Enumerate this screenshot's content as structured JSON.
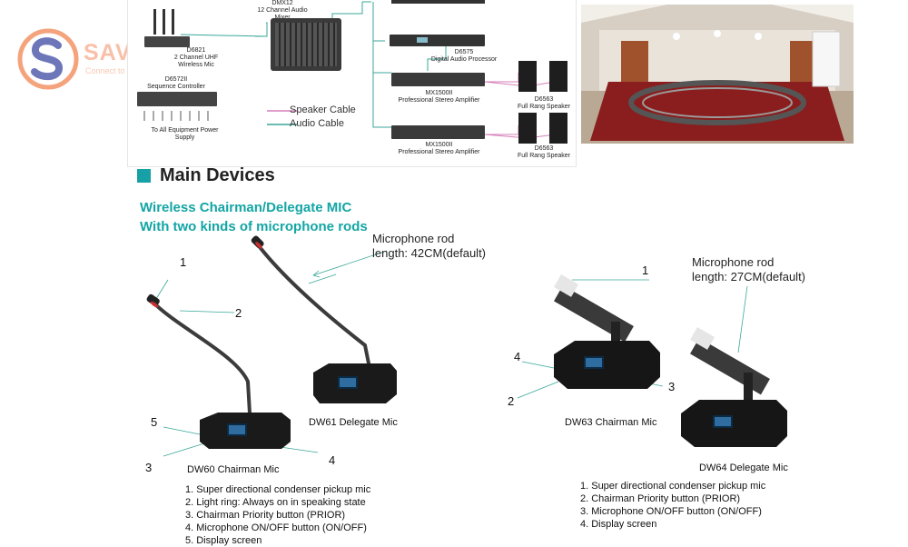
{
  "logo": {
    "wordmark": "SAVIT",
    "trailing_char": "E",
    "tagline": "Connect to success"
  },
  "diagram": {
    "mixer_label": [
      "DMX12",
      "12 Channel  Audio",
      "Mixer"
    ],
    "uhf_label": [
      "D6821",
      "2 Channel UHF",
      "Wireless Mic"
    ],
    "sequencer_label": [
      "D6572II",
      "Sequence Controller"
    ],
    "power_label": [
      "To All Equipment Power",
      "Supply"
    ],
    "processor_label": [
      "D6575",
      "Digital Audio Processor"
    ],
    "amp1_label": [
      "MX1500II",
      "Professional Stereo Amplifier"
    ],
    "amp2_label": [
      "MX1500II",
      "Professional Stereo Amplifier"
    ],
    "speaker1_label": [
      "D6563",
      "Full Rang Speaker"
    ],
    "speaker2_label": [
      "D6563",
      "Full Rang Speaker"
    ],
    "legend": {
      "speaker_cable": "Speaker Cable",
      "audio_cable": "Audio Cable"
    },
    "colors": {
      "speaker_cable": "#d67fb8",
      "audio_cable": "#3aa79a"
    }
  },
  "section": {
    "title": "Main Devices",
    "accent": "#17a0a6"
  },
  "subtitle": {
    "line1": "Wireless Chairman/Delegate MIC",
    "line2": "With two kinds of microphone rods"
  },
  "left": {
    "rod_callout": [
      "Microphone rod",
      "length:  42CM(default)"
    ],
    "numbers": [
      "1",
      "2",
      "3",
      "4",
      "5"
    ],
    "chairman_caption": "DW60 Chairman Mic",
    "delegate_caption": "DW61 Delegate Mic",
    "features": [
      "1. Super directional condenser pickup mic",
      "2. Light ring: Always on in speaking state",
      "3. Chairman Priority button (PRIOR)",
      "4. Microphone ON/OFF button (ON/OFF)",
      "5. Display screen"
    ]
  },
  "right": {
    "rod_callout": [
      "Microphone rod",
      "length:  27CM(default)"
    ],
    "numbers": [
      "1",
      "2",
      "3",
      "4"
    ],
    "chairman_caption": "DW63 Chairman Mic",
    "delegate_caption": "DW64 Delegate Mic",
    "features": [
      "1. Super directional condenser pickup mic",
      "2. Chairman Priority button (PRIOR)",
      "3. Microphone ON/OFF button (ON/OFF)",
      "4. Display screen"
    ]
  }
}
